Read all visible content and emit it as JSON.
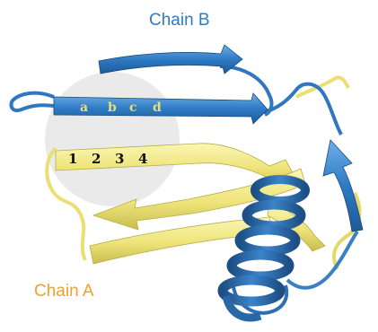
{
  "labels": {
    "chain_b": "Chain B",
    "chain_a": "Chain A"
  },
  "residues_b": [
    "a",
    "b",
    "c",
    "d"
  ],
  "residues_a": [
    "1",
    "2",
    "3",
    "4"
  ],
  "colors": {
    "chain_b": "#2a7cc4",
    "chain_a": "#f0a030",
    "helix": "#2f6fb0",
    "strand_yellow": "#f2ec8a",
    "highlight_circle": "#e9e9e9"
  }
}
